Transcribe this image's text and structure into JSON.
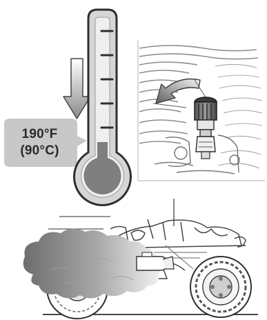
{
  "temperature": {
    "fahrenheit": "190°F",
    "celsius": "(90°C)"
  },
  "icons": {
    "thermometer": "thermometer-icon",
    "down_arrow": "down-arrow-icon",
    "engine": "engine-closeup-illustration",
    "adjust_arrow": "turn-arrow-icon",
    "knob": "needle-knob-icon",
    "truck": "rc-monster-truck-illustration",
    "smoke": "exhaust-smoke-cloud"
  },
  "colors": {
    "thermometer_fill": "#d6d6d6",
    "mercury": "#808080",
    "callout_bg": "#c8c8c8",
    "line": "#2e2e2e",
    "smoke_dark": "#6e6e6e",
    "smoke_light": "#eeeeee"
  }
}
